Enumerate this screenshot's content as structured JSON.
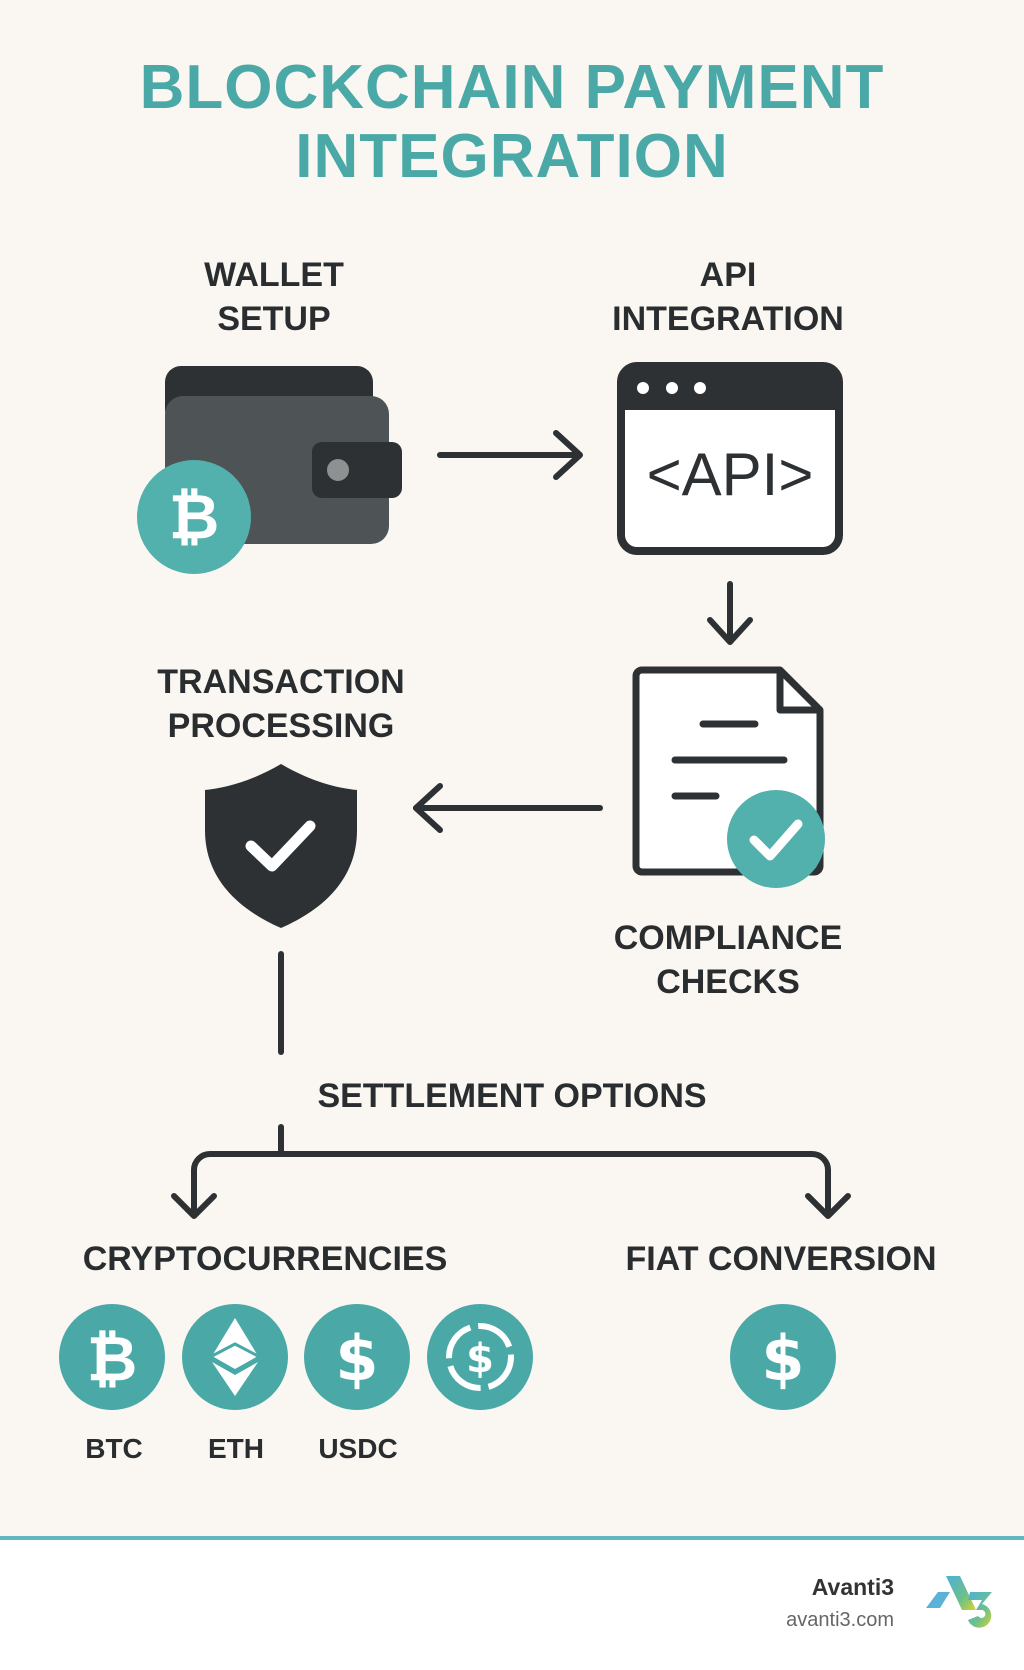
{
  "title": {
    "line1": "BLOCKCHAIN PAYMENT",
    "line2": "INTEGRATION"
  },
  "steps": {
    "wallet": {
      "line1": "WALLET",
      "line2": "SETUP"
    },
    "api": {
      "line1": "API",
      "line2": "INTEGRATION",
      "icon_text": "<API>"
    },
    "compliance": {
      "line1": "COMPLIANCE",
      "line2": "CHECKS"
    },
    "transaction": {
      "line1": "TRANSACTION",
      "line2": "PROCESSING"
    }
  },
  "settlement": {
    "title": "SETTLEMENT OPTIONS",
    "crypto": {
      "label": "CRYPTOCURRENCIES",
      "coins": [
        "BTC",
        "ETH",
        "USDC"
      ]
    },
    "fiat": {
      "label": "FIAT CONVERSION"
    }
  },
  "footer": {
    "brand": "Avanti3",
    "url": "avanti3.com"
  },
  "colors": {
    "accent": "#4aa9a7",
    "dark": "#2d3133",
    "background": "#faf7f2"
  }
}
